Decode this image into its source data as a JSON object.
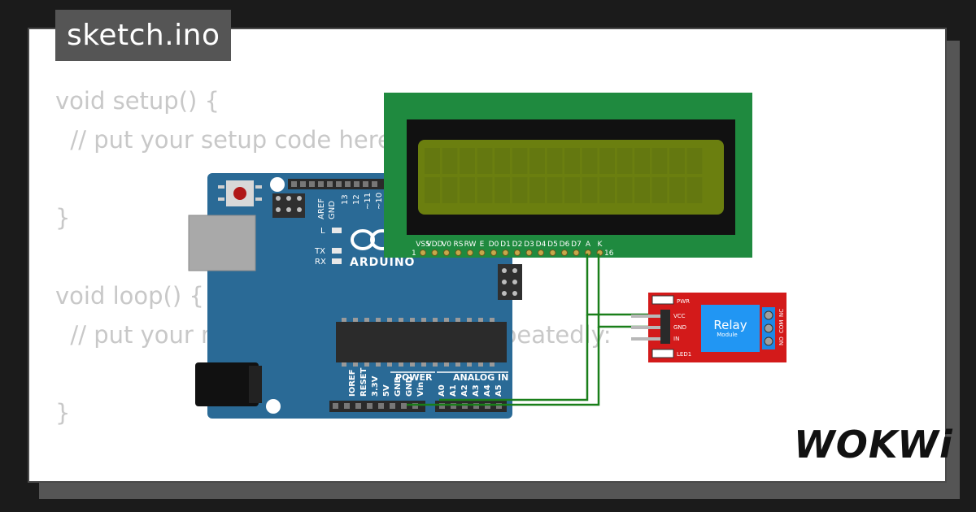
{
  "file_tab": {
    "label": "sketch.ino"
  },
  "code_lines": [
    "void setup() {",
    "  // put your setup code here, to run once:",
    "",
    "}",
    "",
    "void loop() {",
    "  // put your main code here, to run repeatedly:",
    "",
    "}"
  ],
  "arduino": {
    "brand": "ARDUINO",
    "top_header_labels": [
      "AREF",
      "GND",
      "13",
      "12",
      "~11",
      "~10"
    ],
    "led_labels": [
      "L",
      "TX",
      "RX"
    ],
    "power_group_label": "POWER",
    "analog_group_label": "ANALOG IN",
    "power_pins": [
      "IOREF",
      "RESET",
      "3.3V",
      "5V",
      "GND",
      "GND",
      "Vin"
    ],
    "analog_pins": [
      "A0",
      "A1",
      "A2",
      "A3",
      "A4",
      "A5"
    ]
  },
  "lcd": {
    "pin_labels": [
      "VSS",
      "VDD",
      "V0",
      "RS",
      "RW",
      "E",
      "D0",
      "D1",
      "D2",
      "D3",
      "D4",
      "D5",
      "D6",
      "D7",
      "A",
      "K"
    ],
    "first_pin_number": "1",
    "last_pin_number": "16",
    "colors": {
      "pcb": "#1f8a3f",
      "screen": "#6b7f0f"
    }
  },
  "relay": {
    "title": "Relay",
    "subtitle": "Module",
    "pins": [
      "VCC",
      "GND",
      "IN"
    ],
    "led_pwr": "PWR",
    "led_1": "LED1",
    "terminal_labels": [
      "NO",
      "COM",
      "NC"
    ],
    "colors": {
      "board": "#d31a1a",
      "relay_body": "#2196f3"
    }
  },
  "wire_color": "#1a7f1a",
  "logo": "WOKWi"
}
